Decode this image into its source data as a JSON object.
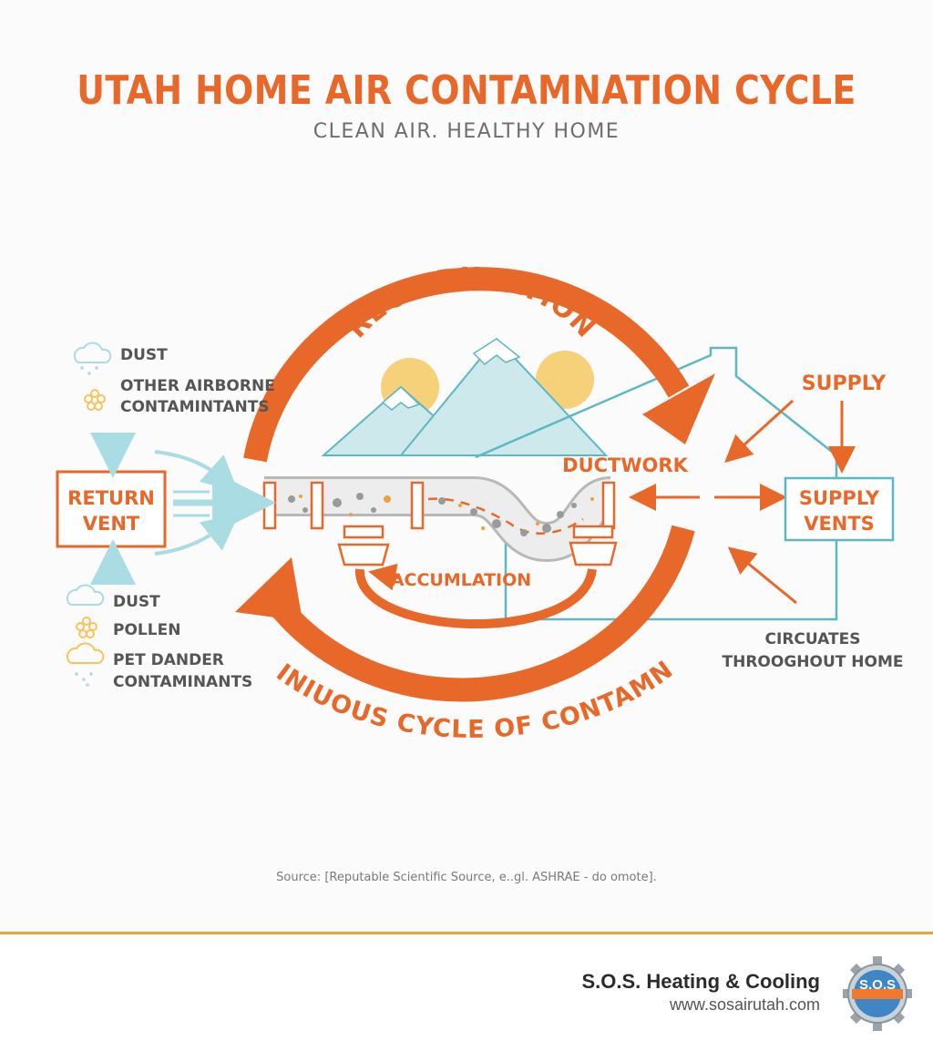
{
  "header": {
    "title": "UTAH HOME AIR CONTAMNATION CYCLE",
    "subtitle": "CLEAN AIR. HEALTHY HOME"
  },
  "diagram": {
    "recirculation": "RECICRULATION",
    "cycle_text": "CONTINIUOUS CYCLE OF CONTAMNATION",
    "return_vent": [
      "RETURN",
      "VENT"
    ],
    "ductwork": "DUCTWORK",
    "accumulation": "ACCUMLATION",
    "supply": "SUPPLY",
    "supply_vents": [
      "SUPPLY",
      "VENTS"
    ],
    "circulates": [
      "CIRCUATES",
      "THROOGHOUT HOME"
    ],
    "top_contaminants": {
      "item1": "DUST",
      "item2": [
        "OTHER AIRBORNE",
        "CONTAMINTANTS"
      ]
    },
    "bottom_contaminants": {
      "item1": "DUST",
      "item2": "POLLEN",
      "item3": [
        "PET DANDER",
        "CONTAMINANTS"
      ]
    },
    "colors": {
      "orange": "#e8682a",
      "teal": "#5cb8c2",
      "light_teal": "#a9dde3",
      "sun": "#f7d07a"
    }
  },
  "source": "Source: [Reputable Scientific Source, e..gl. ASHRAE - do omote].",
  "footer": {
    "company": "S.O.S. Heating & Cooling",
    "url": "www.sosairutah.com",
    "logo_text": "S.O.S"
  }
}
